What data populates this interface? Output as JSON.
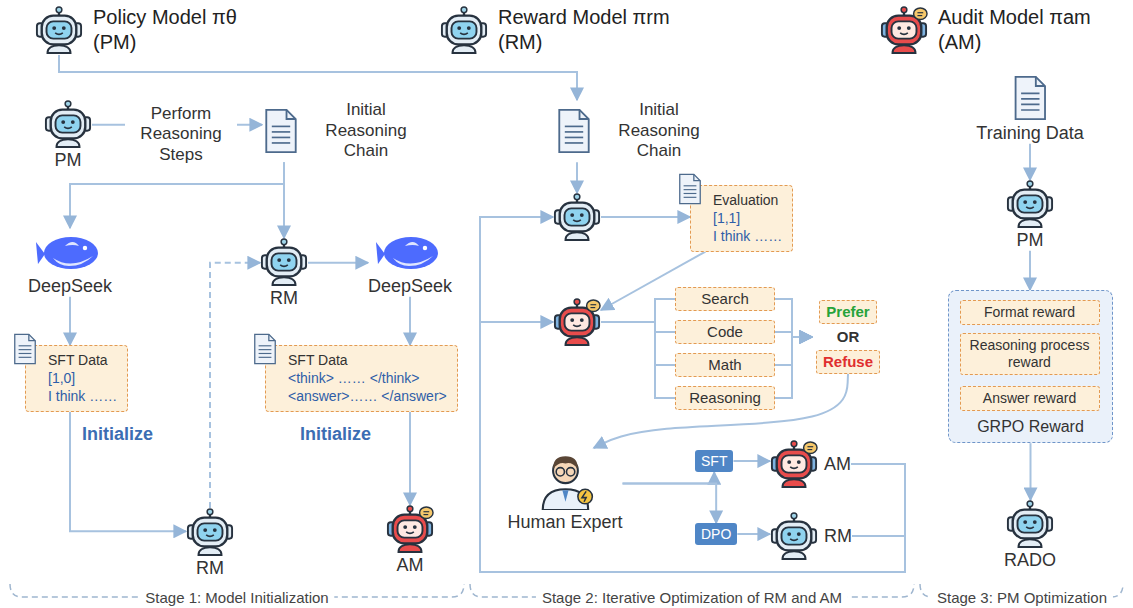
{
  "diagram": {
    "nodes": [
      {
        "text": [
          "Policy Model πθ",
          "(PM)"
        ]
      },
      {
        "text": [
          "Reward Model πrm",
          "(RM)"
        ]
      },
      {
        "text": [
          "Audit Model πam",
          "(AM)"
        ]
      },
      {
        "text": [
          "PM"
        ]
      },
      {
        "text": [
          "Initial Reasoning Chain"
        ]
      },
      {
        "text": [
          "DeepSeek"
        ]
      },
      {
        "text": [
          "SFT Data",
          "[1,0]",
          "I think ……"
        ]
      },
      {
        "text": [
          "RM"
        ]
      },
      {
        "text": [
          "RM"
        ]
      },
      {
        "text": [
          "DeepSeek"
        ]
      },
      {
        "text": [
          "SFT Data",
          "<think> …… </think>",
          "<answer>…… </answer>"
        ]
      },
      {
        "text": [
          "AM"
        ]
      },
      {
        "text": [
          "Initial Reasoning Chain"
        ]
      },
      {
        "text": []
      },
      {
        "text": [
          "Evaluation",
          "[1,1]",
          "I think ……"
        ]
      },
      {
        "text": []
      },
      {
        "text": [
          "Search"
        ]
      },
      {
        "text": [
          "Code"
        ]
      },
      {
        "text": [
          "Math"
        ]
      },
      {
        "text": [
          "Reasoning"
        ]
      },
      {
        "text": [
          "Prefer",
          "OR",
          "Refuse"
        ]
      },
      {
        "text": [
          "Human Expert"
        ]
      },
      {
        "text": [
          "SFT"
        ]
      },
      {
        "text": [
          "DPO"
        ]
      },
      {
        "text": [
          "AM"
        ]
      },
      {
        "text": [
          "RM"
        ]
      },
      {
        "text": [
          "Training Data"
        ]
      },
      {
        "text": [
          "PM"
        ]
      },
      {
        "text": [
          "GRPO Reward"
        ]
      },
      {
        "text": [
          "Format reward"
        ],
        "in": 28
      },
      {
        "text": [
          "Reasoning process reward"
        ],
        "in": 28
      },
      {
        "text": [
          "Answer reward"
        ],
        "in": 28
      },
      {
        "text": [
          "RADO"
        ]
      }
    ],
    "edges": [
      {
        "from": 0,
        "to": 12,
        "arrow": "to"
      },
      {
        "from": 3,
        "to": 4,
        "arrow": "to",
        "label": "Perform Reasoning Steps"
      },
      {
        "from": 4,
        "to": 5,
        "arrow": "to"
      },
      {
        "from": 4,
        "to": 8,
        "arrow": "to"
      },
      {
        "from": 5,
        "to": 6,
        "arrow": "to"
      },
      {
        "from": 6,
        "to": 7,
        "arrow": "to",
        "label": "Initialize"
      },
      {
        "from": 7,
        "to": 8,
        "arrow": "to"
      },
      {
        "from": 8,
        "to": 9,
        "arrow": "to"
      },
      {
        "from": 9,
        "to": 10,
        "arrow": "to"
      },
      {
        "from": 10,
        "to": 11,
        "arrow": "to",
        "label": "Initialize"
      },
      {
        "from": 12,
        "to": 13,
        "arrow": "to"
      },
      {
        "from": 13,
        "to": 14,
        "arrow": "to"
      },
      {
        "from": 14,
        "to": 15,
        "arrow": "to"
      },
      {
        "from": 15,
        "to": 16,
        "arrow": "none"
      },
      {
        "from": 15,
        "to": 17,
        "arrow": "none"
      },
      {
        "from": 15,
        "to": 18,
        "arrow": "none"
      },
      {
        "from": 15,
        "to": 19,
        "arrow": "none"
      },
      {
        "from": 16,
        "to": 20,
        "arrow": "to"
      },
      {
        "from": 17,
        "to": 20,
        "arrow": "to"
      },
      {
        "from": 18,
        "to": 20,
        "arrow": "to"
      },
      {
        "from": 19,
        "to": 20,
        "arrow": "to"
      },
      {
        "from": 20,
        "to": 21,
        "arrow": "to"
      },
      {
        "from": 21,
        "to": 22,
        "arrow": "to"
      },
      {
        "from": 21,
        "to": 23,
        "arrow": "to"
      },
      {
        "from": 22,
        "to": 24,
        "arrow": "to"
      },
      {
        "from": 23,
        "to": 25,
        "arrow": "to"
      },
      {
        "from": 24,
        "to": 15,
        "arrow": "to"
      },
      {
        "from": 25,
        "to": 13,
        "arrow": "to"
      },
      {
        "from": 26,
        "to": 27,
        "arrow": "to"
      },
      {
        "from": 27,
        "to": 28,
        "arrow": "to"
      },
      {
        "from": 28,
        "to": 32,
        "arrow": "to"
      }
    ],
    "labels": [
      "Stage 1: Model Initialization",
      "Stage 2: Iterative Optimization of RM and AM",
      "Stage 3: PM Optimization"
    ]
  }
}
